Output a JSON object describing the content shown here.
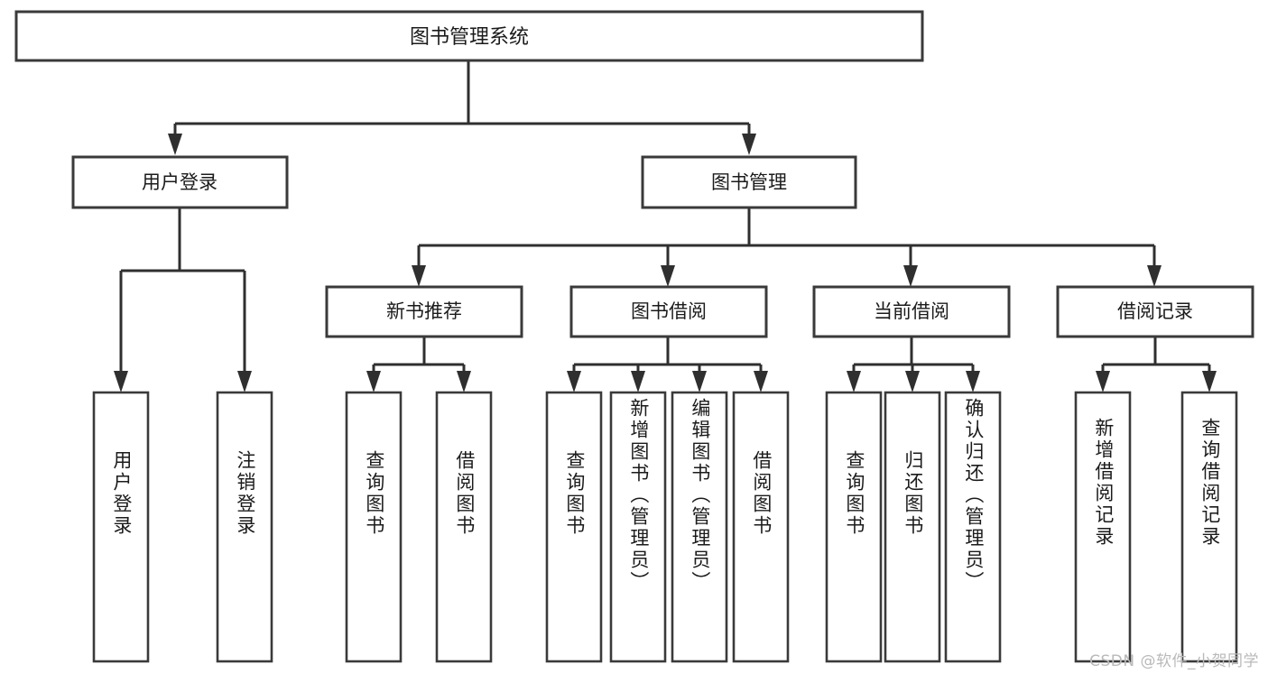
{
  "diagram": {
    "type": "tree",
    "title": "图书管理系统",
    "watermark": "CSDN @软件_小贺同学",
    "colors": {
      "background": "#ffffff",
      "box_stroke": "#3a3a3a",
      "connector": "#2f2f2f",
      "text": "#1b1b1b",
      "watermark": "#b9b9b9"
    },
    "root": {
      "label": "图书管理系统"
    },
    "level2": [
      {
        "label": "用户登录"
      },
      {
        "label": "图书管理"
      }
    ],
    "level3": [
      {
        "label": "新书推荐"
      },
      {
        "label": "图书借阅"
      },
      {
        "label": "当前借阅"
      },
      {
        "label": "借阅记录"
      }
    ],
    "leaves": {
      "user_login": [
        {
          "label": "用户登录"
        },
        {
          "label": "注销登录"
        }
      ],
      "new_book_recommend": [
        {
          "label": "查询图书"
        },
        {
          "label": "借阅图书"
        }
      ],
      "book_borrow": [
        {
          "label": "查询图书"
        },
        {
          "label": "新增图书（管理员）"
        },
        {
          "label": "编辑图书（管理员）"
        },
        {
          "label": "借阅图书"
        }
      ],
      "current_borrow": [
        {
          "label": "查询图书"
        },
        {
          "label": "归还图书"
        },
        {
          "label": "确认归还（管理员）"
        }
      ],
      "borrow_record": [
        {
          "label": "新增借阅记录"
        },
        {
          "label": "查询借阅记录"
        }
      ]
    }
  }
}
